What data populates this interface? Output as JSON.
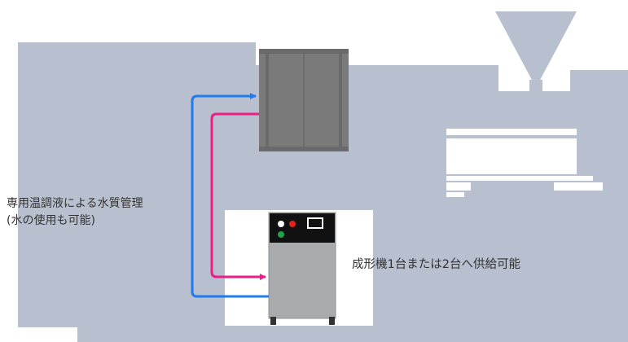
{
  "annotations": {
    "temperature_fluid_line1": "専用温調液による水質管理",
    "temperature_fluid_line2": "(水の使用も可能)",
    "supply_capacity": "成形機1台または2台へ供給可能"
  },
  "colors": {
    "machine_silhouette": "#b8bfcf",
    "mold": "#7a7a7a",
    "mold_frame": "#6a6a6a",
    "controller_body": "#a9aaac",
    "controller_panel": "#111111",
    "supply_line": "#1e7cf0",
    "return_line": "#ee1c86",
    "indicator_white": "#ffffff",
    "indicator_red": "#e4211f",
    "indicator_green": "#22a24a"
  },
  "icons": {
    "hopper": "hopper-icon",
    "mold": "mold-icon",
    "temperature_controller": "temperature-controller-icon"
  }
}
